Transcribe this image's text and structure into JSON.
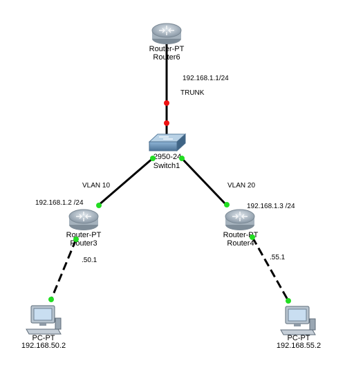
{
  "devices": {
    "router6": {
      "type": "Router-PT",
      "name": "Router6"
    },
    "switch1": {
      "type": "2950-24",
      "name": "Switch1"
    },
    "router3": {
      "type": "Router-PT",
      "name": "Router3"
    },
    "router4": {
      "type": "Router-PT",
      "name": "Router4"
    },
    "pc_left": {
      "type": "PC-PT",
      "name": "192.168.50.2"
    },
    "pc_right": {
      "type": "PC-PT",
      "name": "192.168.55.2"
    }
  },
  "links": {
    "trunk_ip": "192.168.1.1/24",
    "trunk_label": "TRUNK",
    "vlan_left": "VLAN 10",
    "vlan_right": "VLAN 20",
    "router3_ip": "192.168.1.2 /24",
    "router4_ip": "192.168.1.3 /24",
    "left_subnet": ".50.1",
    "right_subnet": ".55.1"
  },
  "colors": {
    "link_up": "#22dd22",
    "link_down": "#ee1111",
    "router_body": "#9aa8b4",
    "switch_body": "#6f95b8"
  }
}
